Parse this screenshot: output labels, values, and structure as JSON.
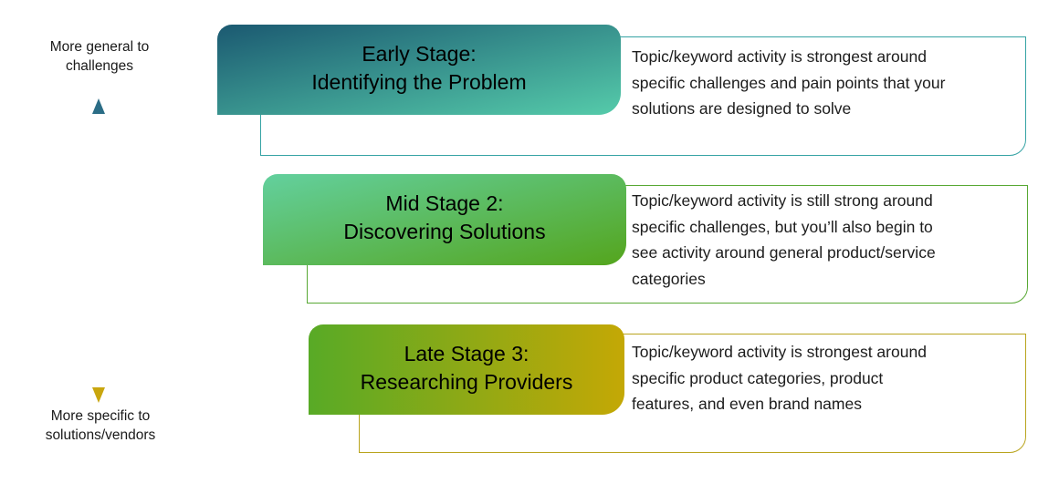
{
  "diagram": {
    "axis": {
      "top_label": "More general to\nchallenges",
      "bottom_label": "More specific to\nsolutions/vendors",
      "arrow_top_color": "#2b6d86",
      "arrow_mid_light_color": "#a5d7cb",
      "arrow_mid_green_color": "#6cb054",
      "arrow_bottom_color": "#c4a50f"
    },
    "stages": [
      {
        "title": "Early Stage:\nIdentifying the Problem",
        "description": "Topic/keyword activity is strongest around\nspecific challenges and pain points that your\nsolutions are designed to solve",
        "gradient_start": "#1b5971",
        "gradient_end": "#55cbaa",
        "border_color": "#35a3a4"
      },
      {
        "title": "Mid Stage 2:\nDiscovering Solutions",
        "description": "Topic/keyword activity is still strong around\nspecific challenges, but you’ll also begin to\nsee activity around general product/service\ncategories",
        "gradient_start": "#63d09e",
        "gradient_end": "#54a51d",
        "border_color": "#58a834"
      },
      {
        "title": "Late Stage 3:\nResearching Providers",
        "description": "Topic/keyword activity is strongest around\nspecific product categories, product\nfeatures, and even brand names",
        "gradient_start": "#58aa26",
        "gradient_end": "#c4a805",
        "border_color": "#b9a41d"
      }
    ]
  }
}
